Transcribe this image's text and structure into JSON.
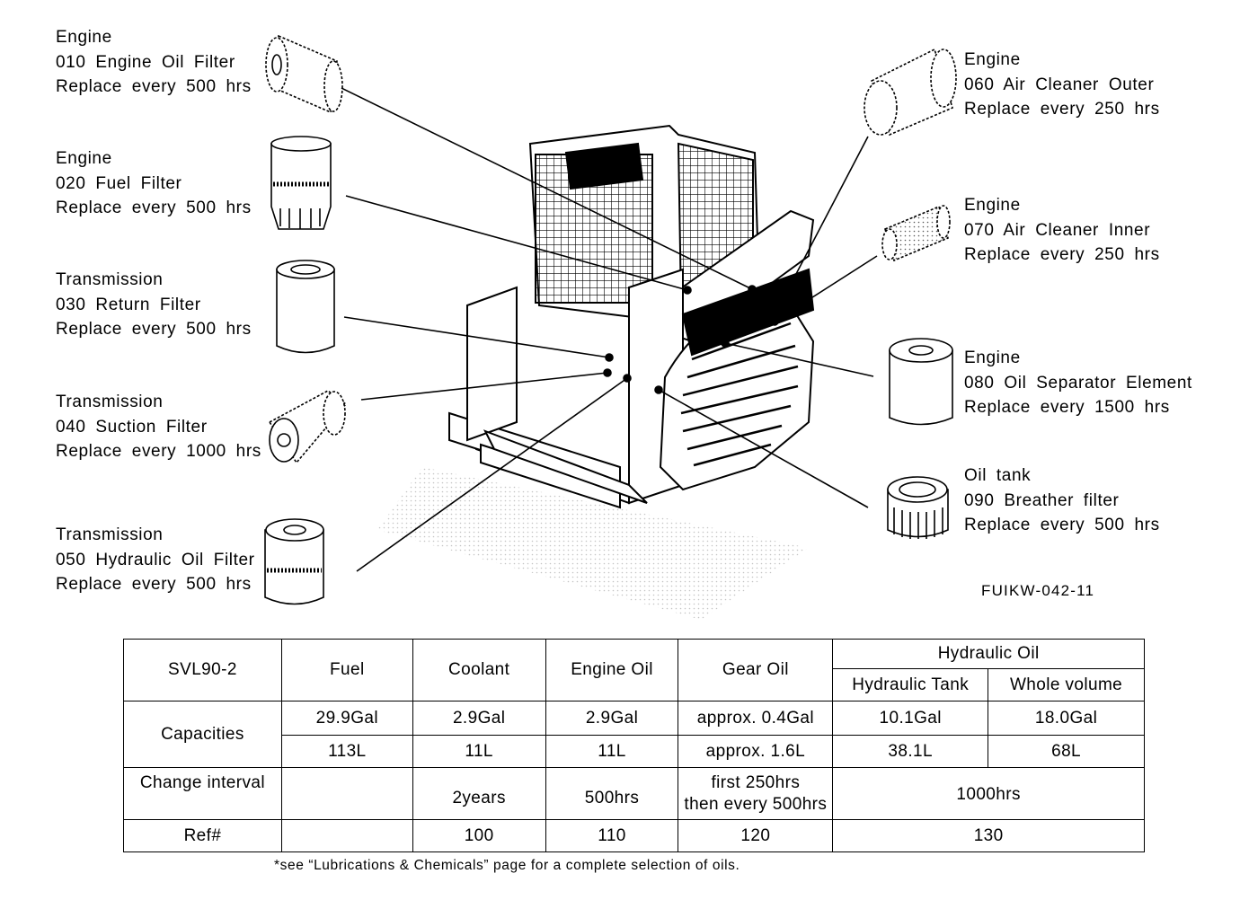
{
  "callouts": {
    "c010": {
      "system": "Engine",
      "part": "010 Engine Oil Filter",
      "interval": "Replace every 500 hrs"
    },
    "c020": {
      "system": "Engine",
      "part": "020 Fuel Filter",
      "interval": "Replace every 500 hrs"
    },
    "c030": {
      "system": "Transmission",
      "part": "030 Return Filter",
      "interval": "Replace every 500 hrs"
    },
    "c040": {
      "system": "Transmission",
      "part": "040 Suction Filter",
      "interval": "Replace every 1000 hrs"
    },
    "c050": {
      "system": "Transmission",
      "part": "050 Hydraulic Oil Filter",
      "interval": "Replace every 500 hrs"
    },
    "c060": {
      "system": "Engine",
      "part": "060 Air Cleaner Outer",
      "interval": "Replace every 250 hrs"
    },
    "c070": {
      "system": "Engine",
      "part": "070 Air Cleaner Inner",
      "interval": "Replace every 250 hrs"
    },
    "c080": {
      "system": "Engine",
      "part": "080 Oil Separator Element",
      "interval": "Replace every 1500 hrs"
    },
    "c090": {
      "system": "Oil tank",
      "part": "090 Breather filter",
      "interval": "Replace every 500 hrs"
    }
  },
  "figure_code": "FUIKW-042-11",
  "table": {
    "model": "SVL90-2",
    "columns": {
      "fuel": "Fuel",
      "coolant": "Coolant",
      "engine_oil": "Engine Oil",
      "gear_oil": "Gear Oil",
      "hydraulic_oil": "Hydraulic Oil",
      "hydraulic_tank": "Hydraulic Tank",
      "whole_volume": "Whole volume"
    },
    "capacities_label": "Capacities",
    "capacities_gal": {
      "fuel": "29.9Gal",
      "coolant": "2.9Gal",
      "engine_oil": "2.9Gal",
      "gear_oil": "approx. 0.4Gal",
      "hydraulic_tank": "10.1Gal",
      "whole_volume": "18.0Gal"
    },
    "capacities_l": {
      "fuel": "113L",
      "coolant": "11L",
      "engine_oil": "11L",
      "gear_oil": "approx. 1.6L",
      "hydraulic_tank": "38.1L",
      "whole_volume": "68L"
    },
    "change_interval_label": "Change interval",
    "change_interval": {
      "fuel": "",
      "coolant": "2years",
      "engine_oil": "500hrs",
      "gear_oil_line1": "first 250hrs",
      "gear_oil_line2": "then every 500hrs",
      "hydraulic": "1000hrs"
    },
    "ref_label": "Ref#",
    "ref": {
      "fuel": "",
      "coolant": "100",
      "engine_oil": "110",
      "gear_oil": "120",
      "hydraulic": "130"
    }
  },
  "footnote": "*see “Lubrications & Chemicals” page for a complete selection of oils."
}
